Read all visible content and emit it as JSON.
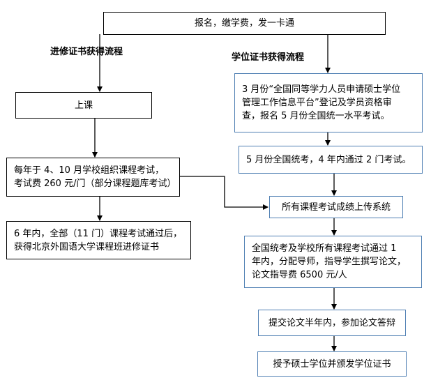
{
  "top": {
    "label": "报名，缴学费，发一卡通"
  },
  "left_flow": {
    "heading": "进修证书获得流程",
    "steps": [
      "上课",
      "每年于 4、10 月学校组织课程考试，\n考试费 260 元/门（部分课程题库考试）",
      "6 年内，全部（11 门）课程考试通过后，\n获得北京外国语大学课程班进修证书"
    ]
  },
  "right_flow": {
    "heading": "学位证书获得流程",
    "steps": [
      "3 月份“全国同等学力人员申请硕士学位\n管理工作信息平台”登记及学员资格审\n查，报名 5 月份全国统一水平考试。",
      "5 月份全国统考，4 年内通过 2 门考试。",
      "所有课程考试成绩上传系统",
      "全国统考及学校所有课程考试通过  1\n年内，分配导师，指导学生撰写论文，\n论文指导费 6500 元/人",
      "提交论文半年内，参加论文答辩",
      "授予硕士学位并颁发学位证书"
    ]
  },
  "colors": {
    "black_border": "#000000",
    "blue_border": "#4f7fb3"
  }
}
